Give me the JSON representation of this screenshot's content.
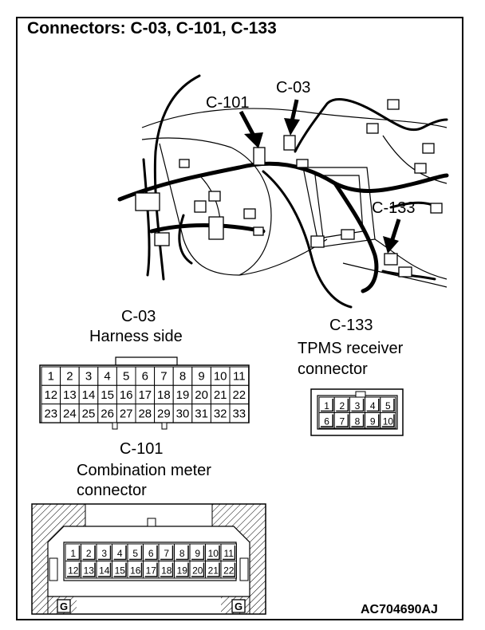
{
  "title": "Connectors: C-03, C-101, C-133",
  "callouts": {
    "c101": "C-101",
    "c03": "C-03",
    "c133": "C-133"
  },
  "c03": {
    "name": "C-03",
    "side": "Harness side",
    "rows": [
      [
        "1",
        "2",
        "3",
        "4",
        "5",
        "6",
        "7",
        "8",
        "9",
        "10",
        "11"
      ],
      [
        "12",
        "13",
        "14",
        "15",
        "16",
        "17",
        "18",
        "19",
        "20",
        "21",
        "22"
      ],
      [
        "23",
        "24",
        "25",
        "26",
        "27",
        "28",
        "29",
        "30",
        "31",
        "32",
        "33"
      ]
    ]
  },
  "c133": {
    "name": "C-133",
    "desc_line1": "TPMS receiver",
    "desc_line2": "connector",
    "rows": [
      [
        "1",
        "2",
        "3",
        "4",
        "5"
      ],
      [
        "6",
        "7",
        "8",
        "9",
        "10"
      ]
    ]
  },
  "c101": {
    "name": "C-101",
    "desc_line1": "Combination meter",
    "desc_line2": "connector",
    "rows": [
      [
        "1",
        "2",
        "3",
        "4",
        "5",
        "6",
        "7",
        "8",
        "9",
        "10",
        "11"
      ],
      [
        "12",
        "13",
        "14",
        "15",
        "16",
        "17",
        "18",
        "19",
        "20",
        "21",
        "22"
      ]
    ],
    "ground_mark": "G"
  },
  "figure_code": "AC704690AJ"
}
